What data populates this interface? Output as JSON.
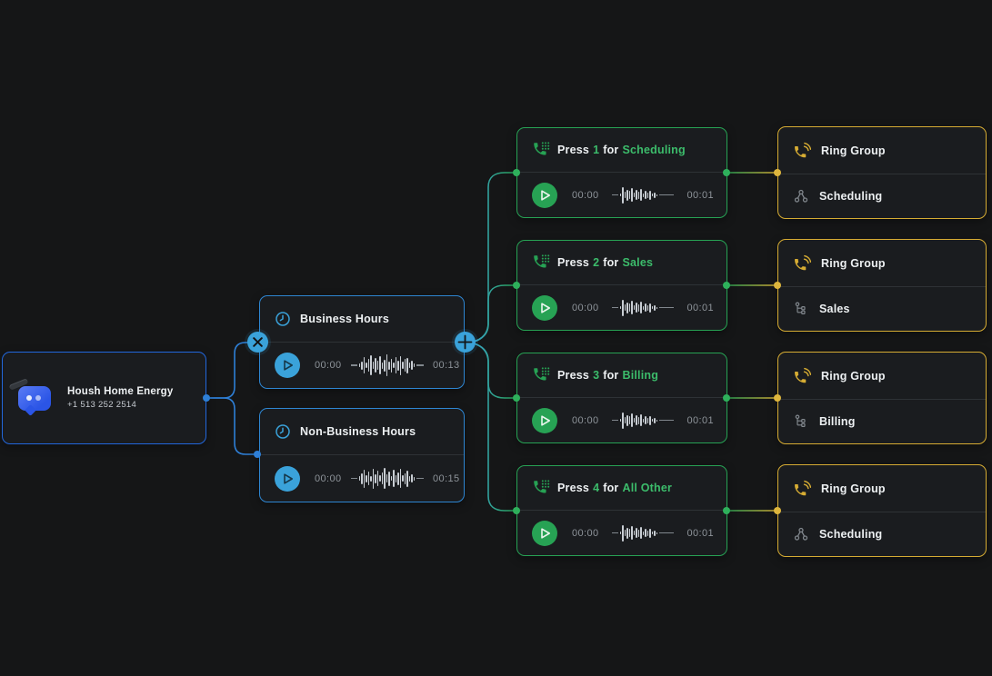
{
  "colors": {
    "bg": "#151617",
    "nodeBg": "#1a1c1f",
    "blue": "#2e86d2",
    "blueDeep": "#2267dc",
    "blueBtn": "#3aa2da",
    "green": "#27a254",
    "greenText": "#3cbc6b",
    "yellow": "#d6ac33",
    "text": "#edf0f2",
    "muted": "#8d9399",
    "divider": "#2e3236",
    "wave": "#c9ced4",
    "waveLine": "#81878d",
    "dotBlue": "#2e7fd6",
    "dotGreen": "#2eb05b",
    "dotYellow": "#ddb53d"
  },
  "root": {
    "title": "Housh Home Energy",
    "phone": "+1 513 252 2514"
  },
  "hours": [
    {
      "label": "Business Hours",
      "elapsed": "00:00",
      "duration": "00:13"
    },
    {
      "label": "Non-Business Hours",
      "elapsed": "00:00",
      "duration": "00:15"
    }
  ],
  "press": [
    {
      "press": "Press",
      "digit": "1",
      "for": "for",
      "target": "Scheduling",
      "elapsed": "00:00",
      "duration": "00:01"
    },
    {
      "press": "Press",
      "digit": "2",
      "for": "for",
      "target": "Sales",
      "elapsed": "00:00",
      "duration": "00:01"
    },
    {
      "press": "Press",
      "digit": "3",
      "for": "for",
      "target": "Billing",
      "elapsed": "00:00",
      "duration": "00:01"
    },
    {
      "press": "Press",
      "digit": "4",
      "for": "for",
      "target": "All Other",
      "elapsed": "00:00",
      "duration": "00:01"
    }
  ],
  "ring": [
    {
      "title": "Ring Group",
      "label": "Scheduling"
    },
    {
      "title": "Ring Group",
      "label": "Sales"
    },
    {
      "title": "Ring Group",
      "label": "Billing"
    },
    {
      "title": "Ring Group",
      "label": "Scheduling"
    }
  ],
  "waveforms": {
    "long13": [
      4,
      9,
      18,
      6,
      14,
      22,
      8,
      16,
      10,
      20,
      7,
      13,
      24,
      9,
      15,
      6,
      18,
      11,
      21,
      8,
      14,
      17,
      6,
      10,
      4
    ],
    "long15": [
      5,
      12,
      20,
      8,
      15,
      6,
      22,
      10,
      17,
      7,
      13,
      23,
      9,
      16,
      5,
      19,
      8,
      14,
      21,
      7,
      12,
      18,
      6,
      9,
      4
    ],
    "short": [
      3,
      18,
      7,
      12,
      9,
      15,
      5,
      11,
      8,
      13,
      4,
      9,
      6,
      10,
      3,
      6,
      2
    ]
  }
}
